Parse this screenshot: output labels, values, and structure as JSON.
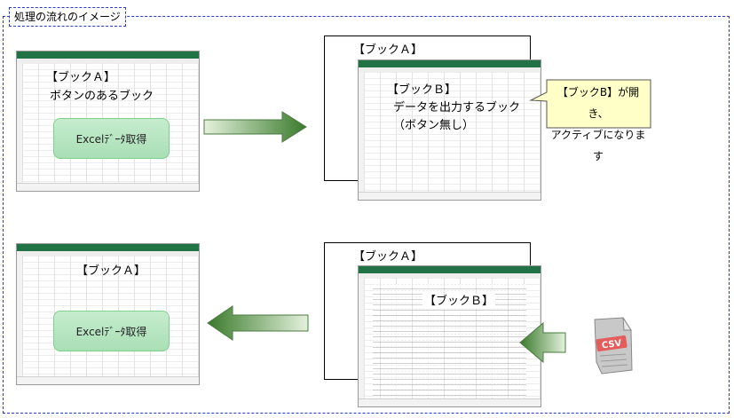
{
  "frame_title": "処理の流れのイメージ",
  "panel1": {
    "title": "【ブックＡ】",
    "subtitle": "ボタンのあるブック",
    "button": "Excelﾃﾞｰﾀ取得"
  },
  "panel2": {
    "back_title": "【ブックＡ】",
    "front_title": "【ブックＢ】",
    "line1": "データを出力するブック",
    "line2": "（ボタン無し）"
  },
  "callout": {
    "line1": "【ブックB】が開き、",
    "line2": "アクティブになります"
  },
  "panel3": {
    "title": "【ブックＡ】",
    "button": "Excelﾃﾞｰﾀ取得"
  },
  "panel4": {
    "back_title": "【ブックＡ】",
    "front_title": "【ブックＢ】"
  },
  "csv_icon": {
    "label": "CSV"
  },
  "colors": {
    "frame": "#2a3ad6",
    "excel_green": "#217346",
    "arrow_dark": "#3a7a2c",
    "arrow_light": "#e4f2dc",
    "callout_fill": "#ffffc8",
    "button_fill": "#b4e4bf"
  }
}
